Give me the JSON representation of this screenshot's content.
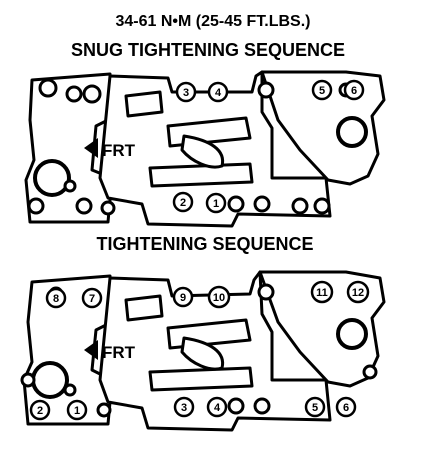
{
  "header": {
    "torque_spec": "34-61 N•M (25-45 FT.LBS.)",
    "snug_title": "SNUG TIGHTENING SEQUENCE",
    "final_title": "TIGHTENING SEQUENCE"
  },
  "front_label": "FRT",
  "diagrams": [
    {
      "id": "snug",
      "bolts": [
        "1",
        "2",
        "3",
        "4",
        "5",
        "6"
      ]
    },
    {
      "id": "final",
      "bolts": [
        "1",
        "2",
        "3",
        "4",
        "5",
        "6",
        "7",
        "8",
        "9",
        "10",
        "11",
        "12"
      ]
    }
  ],
  "colors": {
    "ink": "#000000",
    "paper": "#ffffff"
  }
}
